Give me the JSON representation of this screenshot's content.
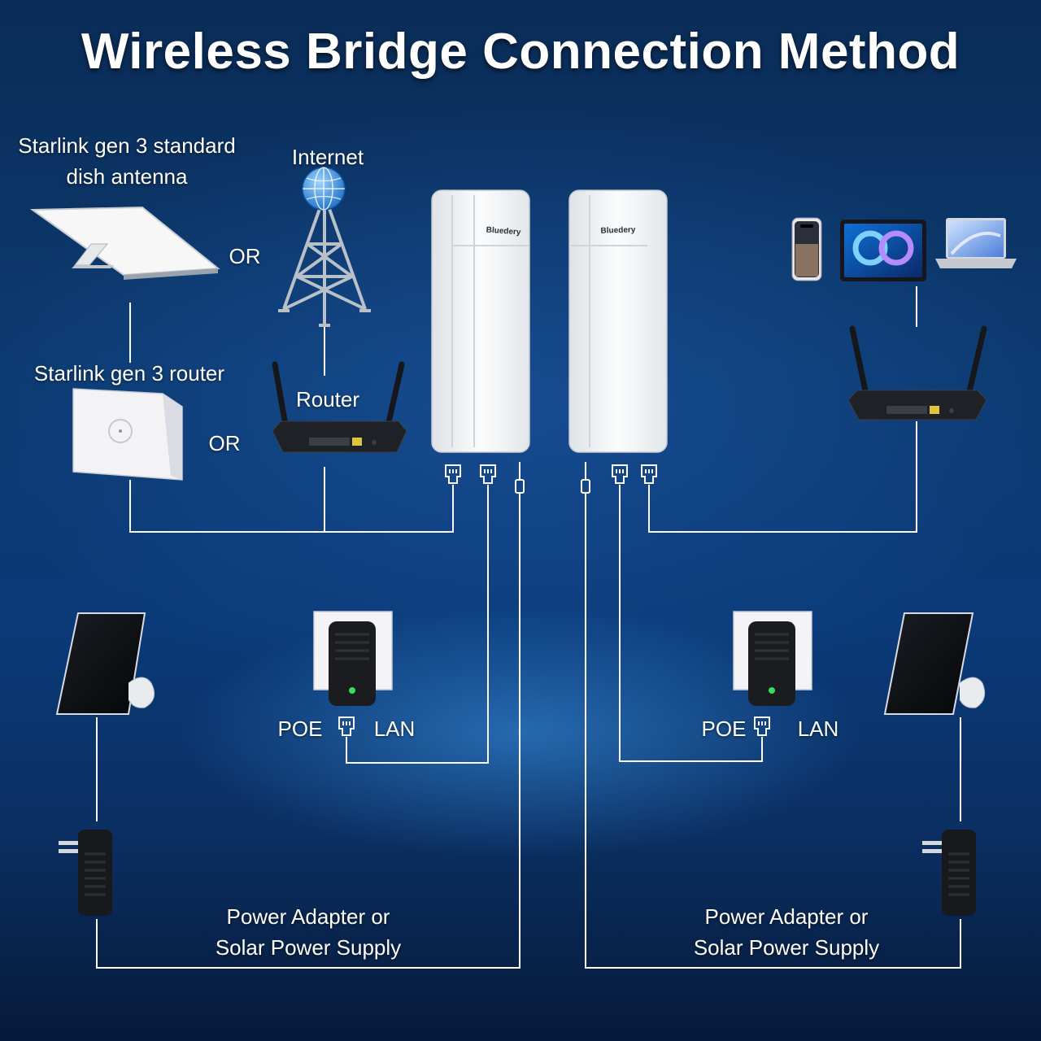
{
  "title": "Wireless Bridge Connection Method",
  "labels": {
    "starlink_dish_line1": "Starlink gen 3 standard",
    "starlink_dish_line2": "dish antenna",
    "internet": "Internet",
    "or_top": "OR",
    "starlink_router": "Starlink gen 3 router",
    "router": "Router",
    "or_mid": "OR",
    "brand_left": "Bluedery",
    "brand_right": "Bluedery",
    "poe_left": "POE",
    "lan_left": "LAN",
    "poe_right": "POE",
    "lan_right": "LAN",
    "power_left_line1": "Power Adapter or",
    "power_left_line2": "Solar Power Supply",
    "power_right_line1": "Power Adapter or",
    "power_right_line2": "Solar Power Supply"
  },
  "icons": {
    "dish": "satellite-dish-icon",
    "tower": "cell-tower-icon",
    "globe": "globe-icon",
    "starlink_router": "wall-router-icon",
    "router": "wifi-router-icon",
    "bridge": "outdoor-bridge-icon",
    "rj45": "ethernet-port-icon",
    "dc": "dc-plug-icon",
    "poe": "poe-injector-icon",
    "solar": "solar-panel-icon",
    "adapter": "power-adapter-icon",
    "phone": "smartphone-icon",
    "tablet": "tablet-icon",
    "laptop": "laptop-icon"
  },
  "colors": {
    "line": "#ffffff",
    "text": "#ffffff",
    "device": "#f4f6f8",
    "router_body": "#1c1f24",
    "globe": "#2f93e8",
    "led": "#34e05a"
  }
}
